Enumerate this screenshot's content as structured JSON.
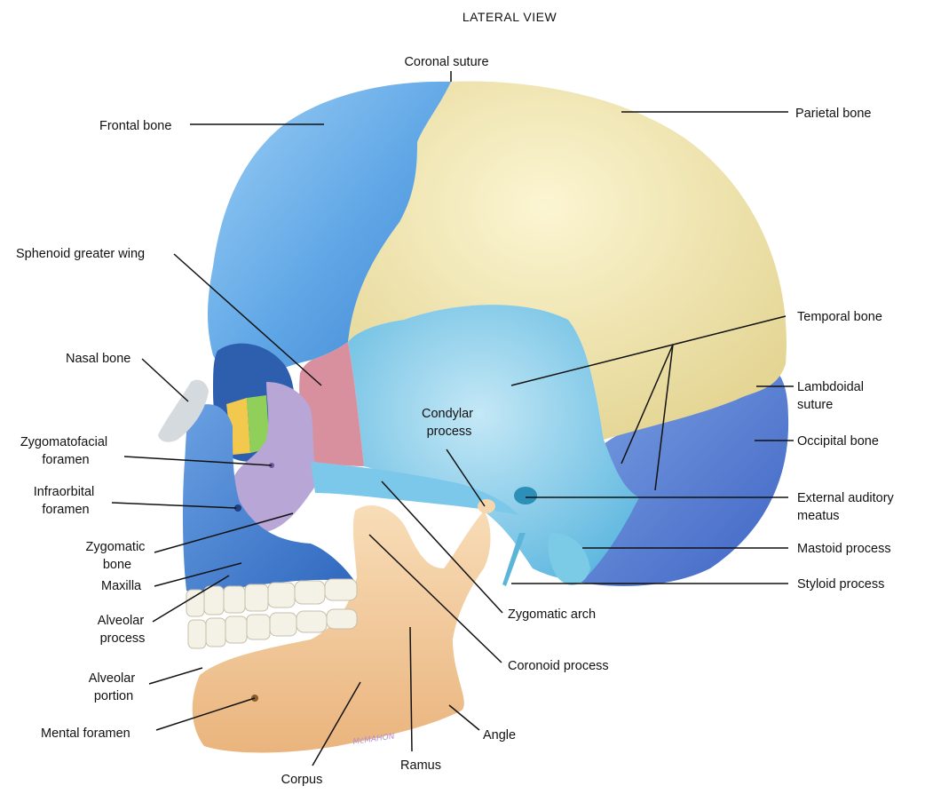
{
  "title": "LATERAL VIEW",
  "artist_signature": "McMAHON",
  "colors": {
    "frontal": "#5fa6e6",
    "parietal": "#f1e7b2",
    "temporal": "#8fd0ea",
    "occipital": "#5f86d8",
    "sphenoid": "#d9909e",
    "zygomatic": "#b7a6d6",
    "maxilla": "#4f86d6",
    "mandible": "#f3c99a",
    "nasal": "#d5dadf",
    "teeth": "#f4f1e6"
  },
  "labels": {
    "coronal_suture": "Coronal suture",
    "frontal_bone": "Frontal bone",
    "parietal_bone": "Parietal bone",
    "sphenoid_greater_wing": "Sphenoid greater wing",
    "temporal_bone": "Temporal bone",
    "nasal_bone": "Nasal bone",
    "lambdoidal_suture": [
      "Lambdoidal",
      "suture"
    ],
    "condylar_process": [
      "Condylar",
      "process"
    ],
    "zygomaticofacial_foramen": [
      "Zygomatofacial",
      "foramen"
    ],
    "occipital_bone": "Occipital bone",
    "infraorbital_foramen": [
      "Infraorbital",
      "foramen"
    ],
    "external_auditory_meatus": [
      "External auditory",
      "meatus"
    ],
    "zygomatic_bone": [
      "Zygomatic",
      "bone"
    ],
    "mastoid_process": "Mastoid process",
    "maxilla": "Maxilla",
    "styloid_process": "Styloid process",
    "alveolar_process": [
      "Alveolar",
      "process"
    ],
    "zygomatic_arch": "Zygomatic arch",
    "coronoid_process": "Coronoid process",
    "alveolar_portion": [
      "Alveolar",
      "portion"
    ],
    "angle": "Angle",
    "mental_foramen": "Mental foramen",
    "ramus": "Ramus",
    "corpus": "Corpus"
  }
}
